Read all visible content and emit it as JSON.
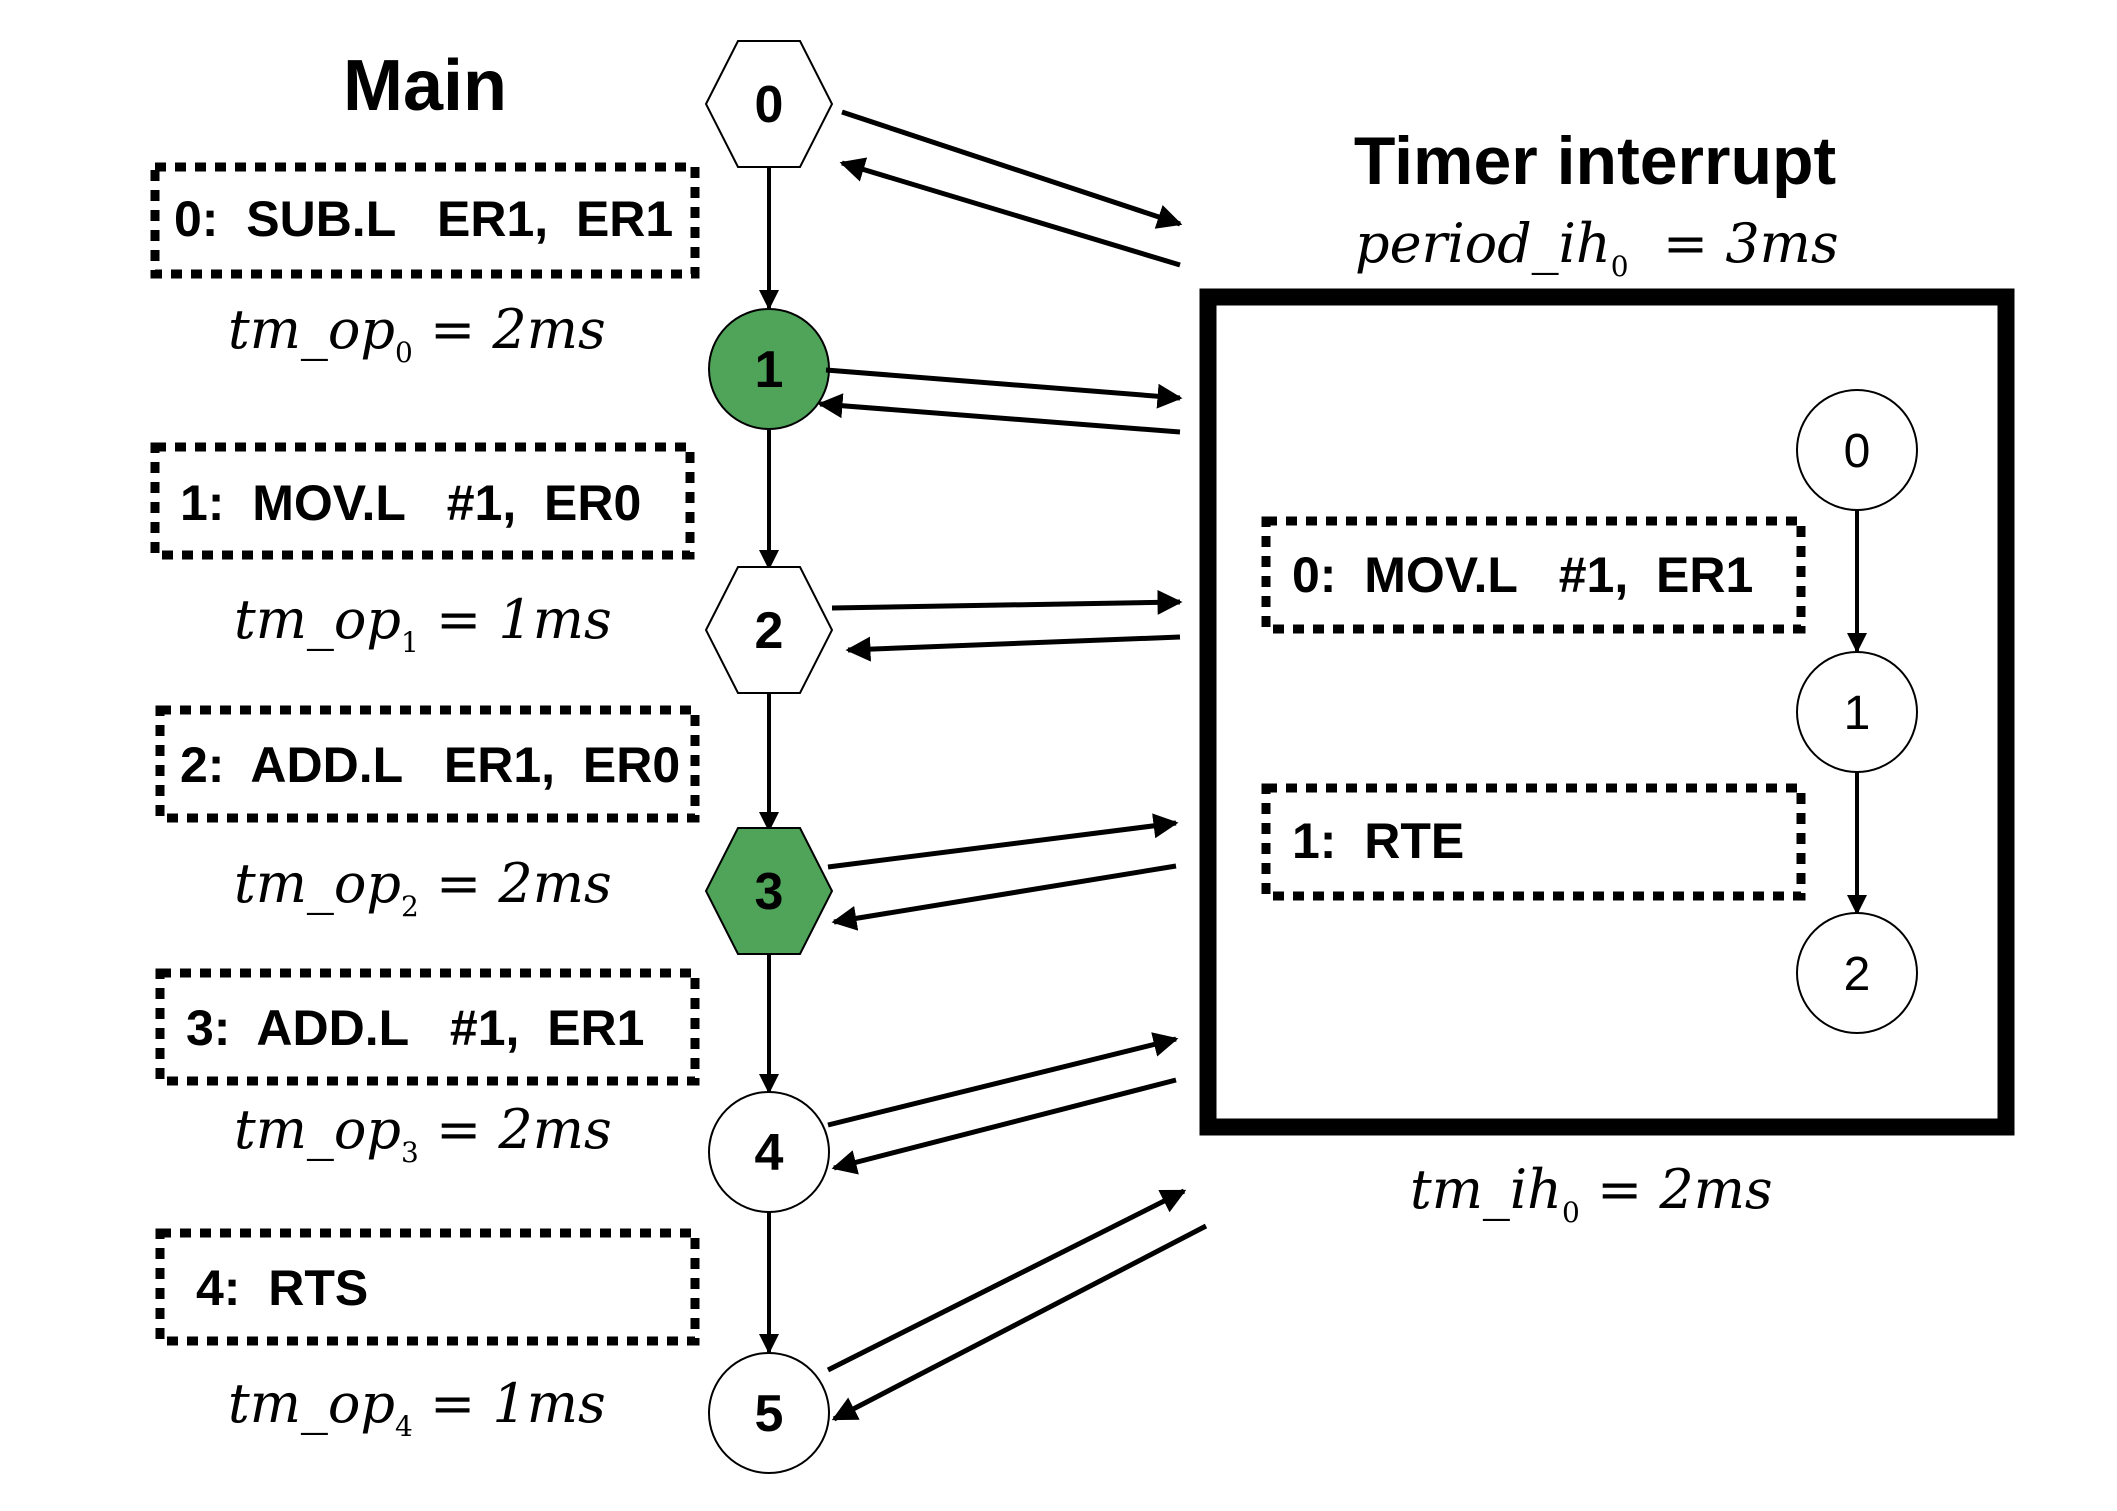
{
  "main": {
    "title": "Main",
    "nodes": [
      {
        "id": "0",
        "shape": "hexagon",
        "fill": "#ffffff"
      },
      {
        "id": "1",
        "shape": "circle",
        "fill": "#4fa45a"
      },
      {
        "id": "2",
        "shape": "hexagon",
        "fill": "#ffffff"
      },
      {
        "id": "3",
        "shape": "hexagon",
        "fill": "#4fa45a"
      },
      {
        "id": "4",
        "shape": "circle",
        "fill": "#ffffff"
      },
      {
        "id": "5",
        "shape": "circle",
        "fill": "#ffffff"
      }
    ],
    "instructions": [
      "0:  SUB.L   ER1,  ER1",
      "1:  MOV.L   #1,  ER0",
      "2:  ADD.L   ER1,  ER0",
      "3:  ADD.L   #1,  ER1",
      "4:  RTS"
    ],
    "timings": [
      {
        "base": "tm_op",
        "sub": "0",
        "rest": " = 2ms"
      },
      {
        "base": "tm_op",
        "sub": "1",
        "rest": " = 1ms"
      },
      {
        "base": "tm_op",
        "sub": "2",
        "rest": " = 2ms"
      },
      {
        "base": "tm_op",
        "sub": "3",
        "rest": " = 2ms"
      },
      {
        "base": "tm_op",
        "sub": "4",
        "rest": " = 1ms"
      }
    ]
  },
  "interrupt": {
    "title": "Timer interrupt",
    "period": {
      "base": "period_ih",
      "sub": "0",
      "rest": "  = 3ms"
    },
    "nodes": [
      "0",
      "1",
      "2"
    ],
    "instructions": [
      "0:  MOV.L   #1,  ER1",
      "1:  RTE"
    ],
    "timing": {
      "base": "tm_ih",
      "sub": "0",
      "rest": " = 2ms"
    }
  },
  "colors": {
    "highlight": "#4fa45a",
    "stroke": "#000000",
    "background": "#ffffff"
  }
}
